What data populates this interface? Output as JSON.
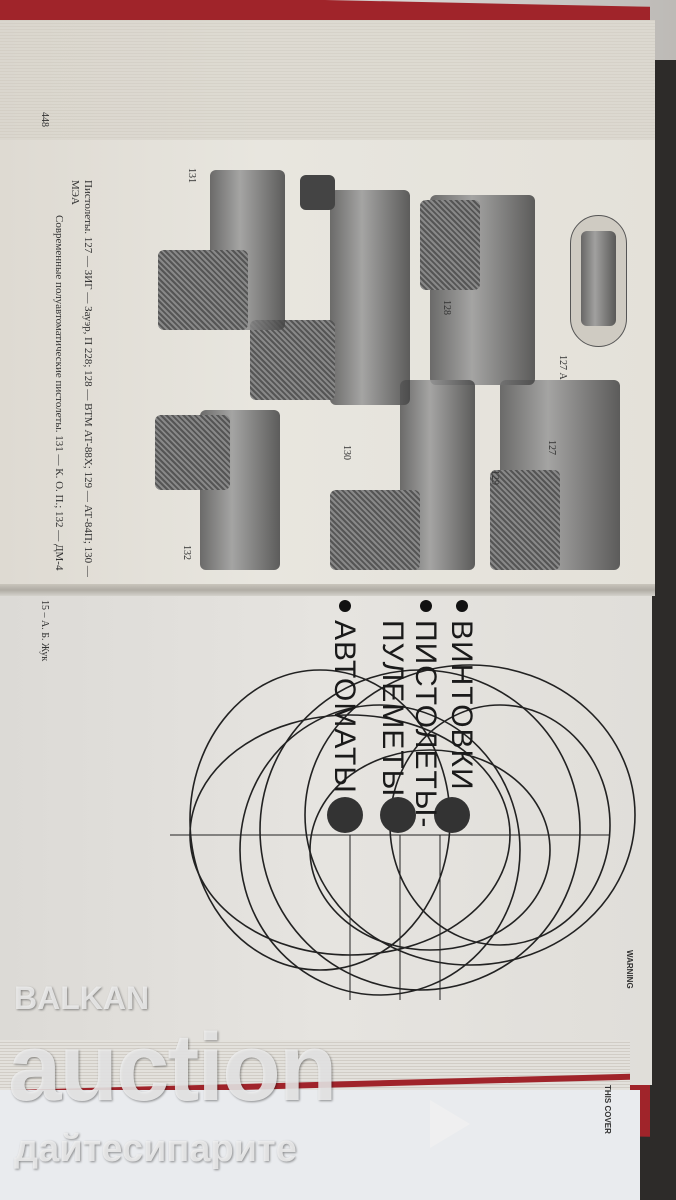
{
  "left_page": {
    "page_number": "448",
    "caption_line1": "Пистолеты. 127 — ЗИГ — Зауэр, П 228; 128 — ВТМ АТ-88Х; 129 — АТ-84П; 130 — МЭА",
    "caption_line2": "Современные полуавтоматические пистолеты. 131 — К. О. П.; 132 — ДМ-4",
    "figure_labels": [
      "127 А",
      "127",
      "128",
      "129",
      "130",
      "131",
      "132"
    ]
  },
  "right_page": {
    "headings": [
      "ВИНТОВКИ",
      "ПИСТОЛЕТЫ-ПУЛЕМЕТЫ",
      "АВТОМАТЫ"
    ],
    "footer": "15 – А. Б. Жук"
  },
  "cover": {
    "warning": "WARNING",
    "this_cover": "THIS COVER"
  },
  "watermark": {
    "line1": "BALKAN",
    "line2": "auction",
    "line3": "дайтесипарите"
  },
  "colors": {
    "cover_red": "#a0242a",
    "page": "#e6e4df",
    "ink": "#1a1a1a"
  }
}
